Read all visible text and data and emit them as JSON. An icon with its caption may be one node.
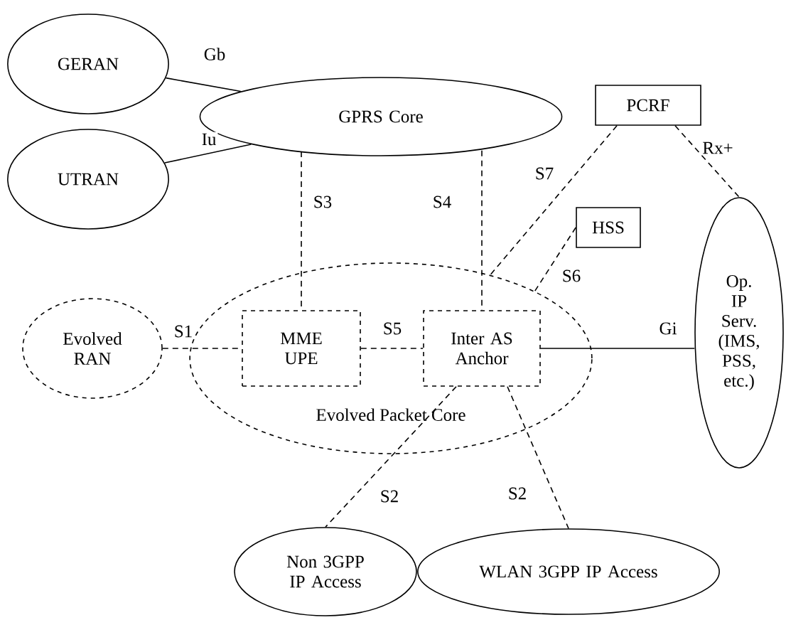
{
  "diagram": {
    "nodes": [
      {
        "text": [
          "GERAN"
        ]
      },
      {
        "text": [
          "UTRAN"
        ]
      },
      {
        "text": [
          "GPRS Core"
        ]
      },
      {
        "text": [
          "PCRF"
        ]
      },
      {
        "text": [
          "HSS"
        ]
      },
      {
        "text": [
          "Evolved RAN"
        ]
      },
      {
        "text": [
          "Evolved Packet Core"
        ]
      },
      {
        "text": [
          "MME UPE"
        ],
        "in": 6
      },
      {
        "text": [
          "Inter AS Anchor"
        ],
        "in": 6
      },
      {
        "text": [
          "Op. IP Serv. (IMS, PSS, etc.)"
        ]
      },
      {
        "text": [
          "Non 3GPP IP Access"
        ]
      },
      {
        "text": [
          "WLAN 3GPP IP Access"
        ]
      }
    ],
    "edges": [
      {
        "from": 0,
        "to": 2,
        "arrow": "none",
        "label": "Gb"
      },
      {
        "from": 1,
        "to": 2,
        "arrow": "none",
        "label": "Iu"
      },
      {
        "from": 2,
        "to": 7,
        "arrow": "none",
        "label": "S3",
        "style": "dashed"
      },
      {
        "from": 2,
        "to": 8,
        "arrow": "none",
        "label": "S4",
        "style": "dashed"
      },
      {
        "from": 3,
        "to": 6,
        "arrow": "none",
        "label": "S7",
        "style": "dashed"
      },
      {
        "from": 3,
        "to": 9,
        "arrow": "none",
        "label": "Rx+",
        "style": "dashed"
      },
      {
        "from": 4,
        "to": 6,
        "arrow": "none",
        "label": "S6",
        "style": "dashed"
      },
      {
        "from": 5,
        "to": 7,
        "arrow": "none",
        "label": "S1",
        "style": "dashed"
      },
      {
        "from": 7,
        "to": 8,
        "arrow": "none",
        "label": "S5",
        "style": "dashed"
      },
      {
        "from": 8,
        "to": 9,
        "arrow": "none",
        "label": "Gi"
      },
      {
        "from": 8,
        "to": 10,
        "arrow": "none",
        "label": "S2",
        "style": "dashed"
      },
      {
        "from": 8,
        "to": 11,
        "arrow": "none",
        "label": "S2",
        "style": "dashed"
      }
    ]
  }
}
